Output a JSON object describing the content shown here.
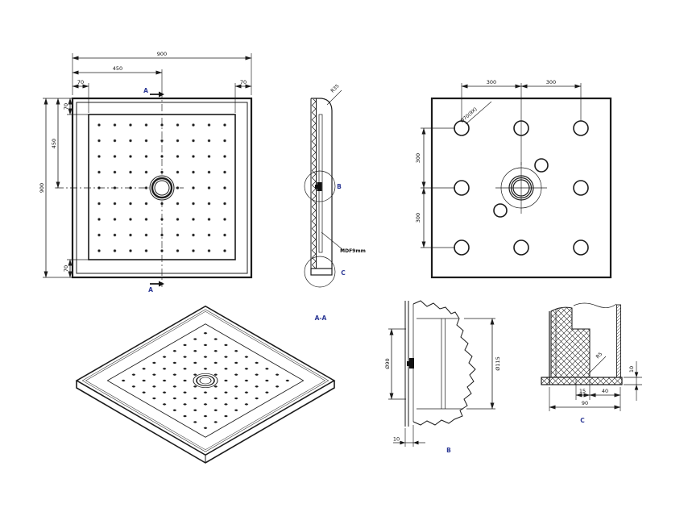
{
  "top_view": {
    "dim_width": "900",
    "dim_center": "450",
    "dim_margin_left": "70",
    "dim_margin_right": "70",
    "dim_height": "900",
    "dim_center_v": "450",
    "dim_margin_top": "70",
    "dim_margin_bottom": "70",
    "section_top": "A",
    "section_bottom": "A"
  },
  "side_view": {
    "corner_radius": "R35",
    "detail_b": "B",
    "detail_c": "C",
    "board": "MDF9mm"
  },
  "bottom_view": {
    "dim_spacing_top_left": "300",
    "dim_spacing_top_right": "300",
    "dim_spacing_left_upper": "300",
    "dim_spacing_left_lower": "300",
    "hole_callout": "Ø70(9X)"
  },
  "iso_view": {
    "section_name": "A-A"
  },
  "detail_b": {
    "dim_inner_dia": "Ø90",
    "dim_outer_dia": "Ø115",
    "dim_thickness": "10",
    "label": "B"
  },
  "detail_c": {
    "fillet_radius": "R5",
    "dim_step": "15",
    "dim_ledge": "40",
    "dim_width": "90",
    "dim_base_thickness": "10",
    "label": "C"
  },
  "colors": {
    "line": "#1b1b1b",
    "view_label": "#2e3a96"
  }
}
